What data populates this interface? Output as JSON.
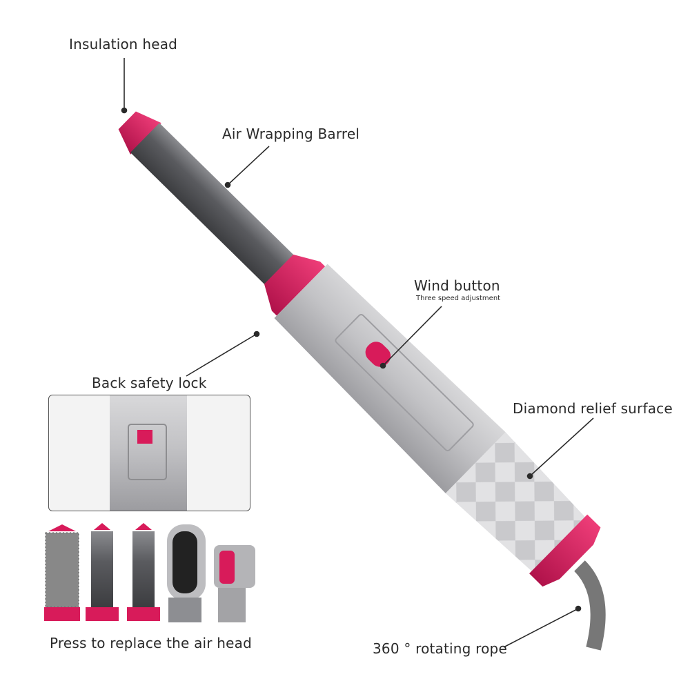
{
  "callouts": {
    "insulation_head": "Insulation head",
    "air_wrapping_barrel": "Air Wrapping Barrel",
    "wind_button": "Wind button",
    "wind_button_sub": "Three speed adjustment",
    "back_safety_lock": "Back safety lock",
    "diamond_relief_surface": "Diamond relief surface",
    "rotating_rope": "360 ° rotating rope",
    "press_to_replace": "Press to replace the air head"
  },
  "colors": {
    "accent": "#d81b5a",
    "body": "#b9b9bc",
    "barrel": "#5c5d61",
    "text": "#2a2a2a"
  }
}
